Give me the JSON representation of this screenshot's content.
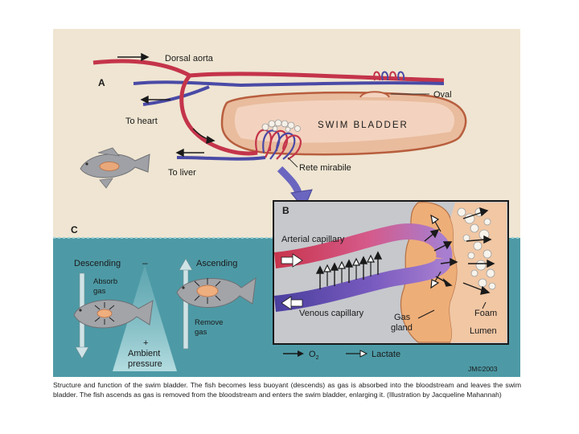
{
  "panel_a": {
    "label": "A",
    "dorsal_aorta": "Dorsal aorta",
    "oval": "Oval",
    "swim_bladder": "SWIM BLADDER",
    "to_heart": "To heart",
    "to_liver": "To liver",
    "rete_mirabile": "Rete mirabile"
  },
  "panel_b": {
    "label": "B",
    "arterial_capillary": "Arterial capillary",
    "venous_capillary": "Venous capillary",
    "gas_gland_line1": "Gas",
    "gas_gland_line2": "gland",
    "foam": "Foam",
    "lumen": "Lumen",
    "legend_o2_prefix": "O",
    "legend_o2_sub": "2",
    "legend_lactate": "Lactate"
  },
  "panel_c": {
    "label": "C",
    "descending": "Descending",
    "ascending": "Ascending",
    "minus": "–",
    "plus": "+",
    "absorb_line1": "Absorb",
    "absorb_line2": "gas",
    "remove_line1": "Remove",
    "remove_line2": "gas",
    "ambient_line1": "Ambient",
    "ambient_line2": "pressure"
  },
  "credit": "JM©2003",
  "caption": "Structure and function of the swim bladder. The fish becomes less buoyant (descends) as gas is absorbed into the bloodstream and leaves the swim bladder. The fish ascends as gas is removed from the bloodstream and enters the swim bladder, enlarging it. (Illustration by Jacqueline Mahannah)",
  "colors": {
    "panel_bg": "#efe5d2",
    "water": "#4d9aa6",
    "artery": "#c4344a",
    "vein": "#4a4aa6",
    "bladder": "#e8b89a",
    "gland": "#edb07c",
    "fish": "#a2a4a8"
  }
}
